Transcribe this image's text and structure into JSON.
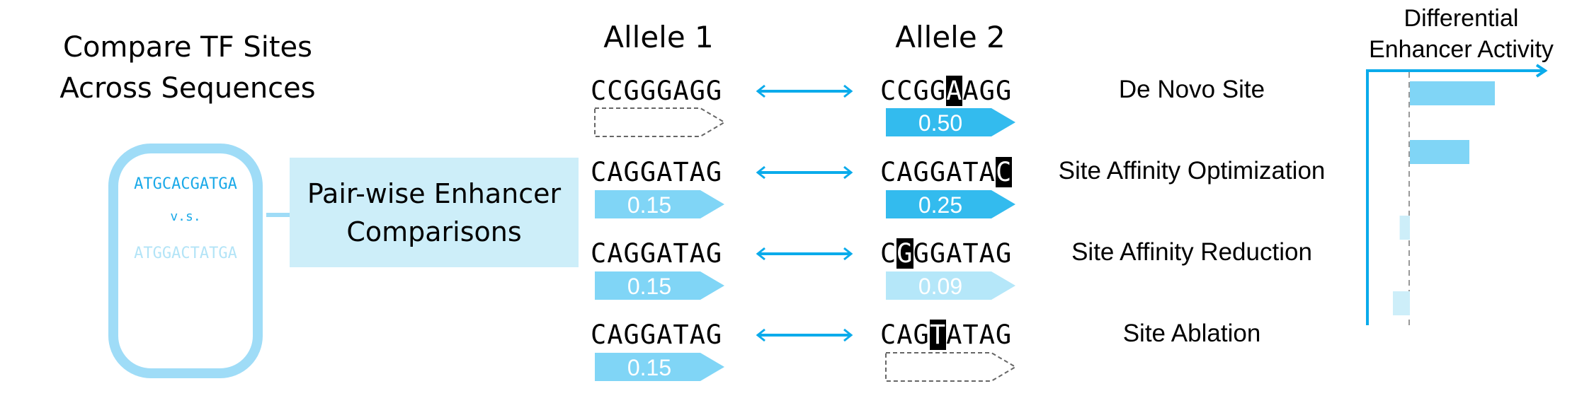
{
  "left_title": [
    "Compare TF Sites",
    "Across Sequences"
  ],
  "compare_box": {
    "seq_a": "ATGCACGATGA",
    "vs": "v.s.",
    "seq_b": "ATGGACTATGA"
  },
  "pairwise_box": [
    "Pair-wise Enhancer",
    "Comparisons"
  ],
  "allele1_header": "Allele 1",
  "allele2_header": "Allele 2",
  "rows": [
    {
      "allele1": "CCGGGAGG",
      "score1": null,
      "a2_pre": "CCGG",
      "a2_hl": "A",
      "a2_post": "AGG",
      "score2": "0.50",
      "label": "De Novo Site"
    },
    {
      "allele1": "CAGGATAG",
      "score1": "0.15",
      "a2_pre": "CAGGATA",
      "a2_hl": "C",
      "a2_post": "",
      "score2": "0.25",
      "label": "Site Affinity Optimization"
    },
    {
      "allele1": "CAGGATAG",
      "score1": "0.15",
      "a2_pre": "C",
      "a2_hl": "G",
      "a2_post": "GGATAG",
      "score2": "0.09",
      "label": "Site Affinity Reduction"
    },
    {
      "allele1": "CAGGATAG",
      "score1": "0.15",
      "a2_pre": "CAG",
      "a2_hl": "T",
      "a2_post": "ATAG",
      "score2": null,
      "label": "Site Ablation"
    }
  ],
  "activity_title": [
    "Differential",
    "Enhancer Activity"
  ],
  "activity_values_relative": [
    0.5,
    0.35,
    -0.06,
    -0.1
  ],
  "colors": {
    "accent": "#0aabeb",
    "strong": "#33bbee",
    "medium": "#80d5f6",
    "weak": "#b5e7f9",
    "box": "#cdeef9",
    "ring": "#9fdcf7"
  }
}
